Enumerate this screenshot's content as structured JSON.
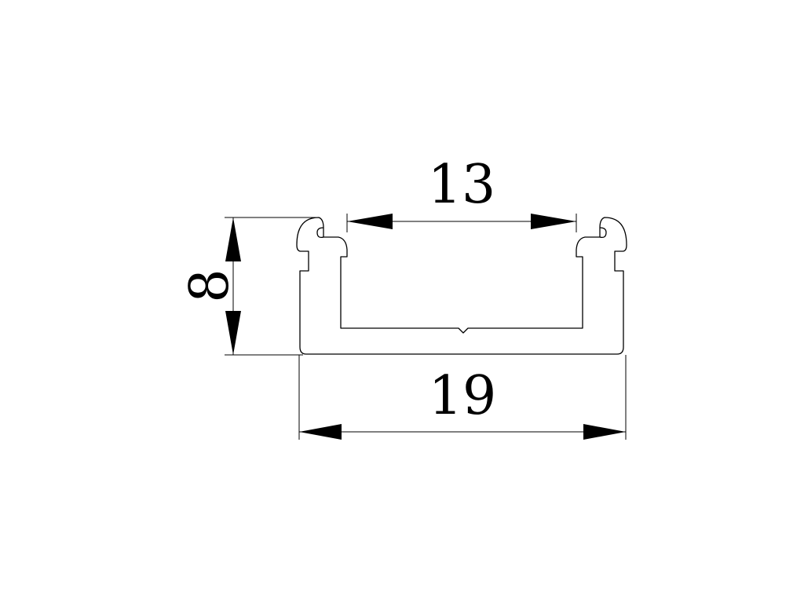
{
  "drawing": {
    "line_color": "#000000",
    "background": "#ffffff"
  },
  "dimensions": {
    "top_width": {
      "value": "13"
    },
    "bottom_width": {
      "value": "19"
    },
    "height": {
      "value": "8"
    }
  }
}
